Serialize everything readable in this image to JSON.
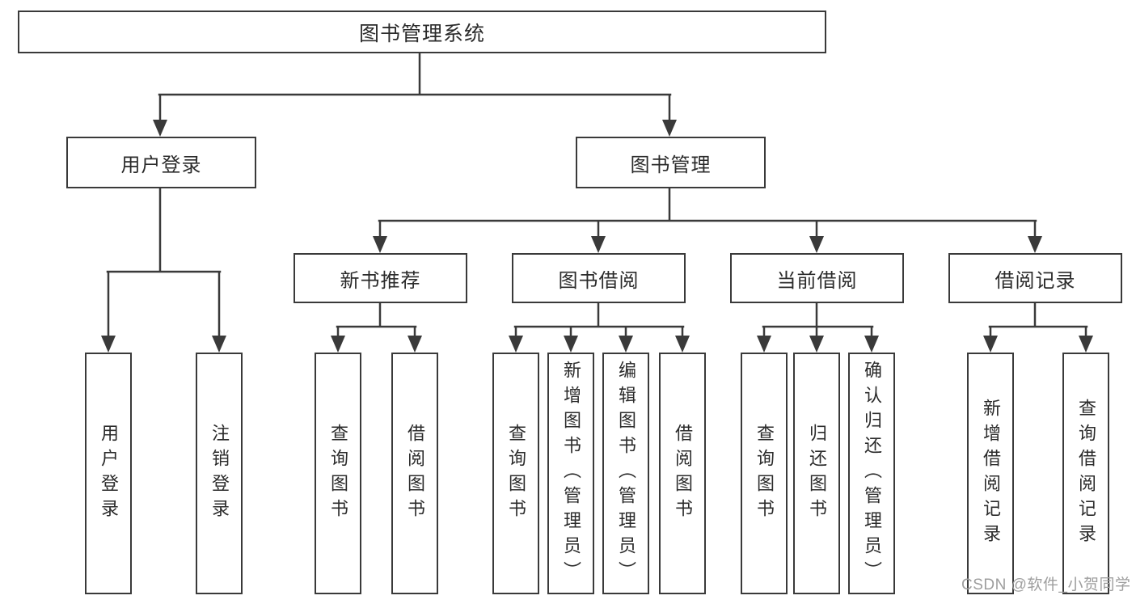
{
  "diagram_type": "hierarchy-org-chart",
  "tree": {
    "label": "图书管理系统",
    "children": [
      {
        "label": "用户登录",
        "children": [
          {
            "label": "用户登录"
          },
          {
            "label": "注销登录"
          }
        ]
      },
      {
        "label": "图书管理",
        "children": [
          {
            "label": "新书推荐",
            "children": [
              {
                "label": "查询图书"
              },
              {
                "label": "借阅图书"
              }
            ]
          },
          {
            "label": "图书借阅",
            "children": [
              {
                "label": "查询图书"
              },
              {
                "label": "新增图书（管理员）"
              },
              {
                "label": "编辑图书（管理员）"
              },
              {
                "label": "借阅图书"
              }
            ]
          },
          {
            "label": "当前借阅",
            "children": [
              {
                "label": "查询图书"
              },
              {
                "label": "归还图书"
              },
              {
                "label": "确认归还（管理员）"
              }
            ]
          },
          {
            "label": "借阅记录",
            "children": [
              {
                "label": "新增借阅记录"
              },
              {
                "label": "查询借阅记录"
              }
            ]
          }
        ]
      }
    ]
  },
  "watermark": {
    "text": "CSDN @软件_小贺同学"
  },
  "colors": {
    "line": "#3a3a3a",
    "text": "#2b2b2b",
    "watermark": "#9e9e9e",
    "background": "#ffffff"
  }
}
